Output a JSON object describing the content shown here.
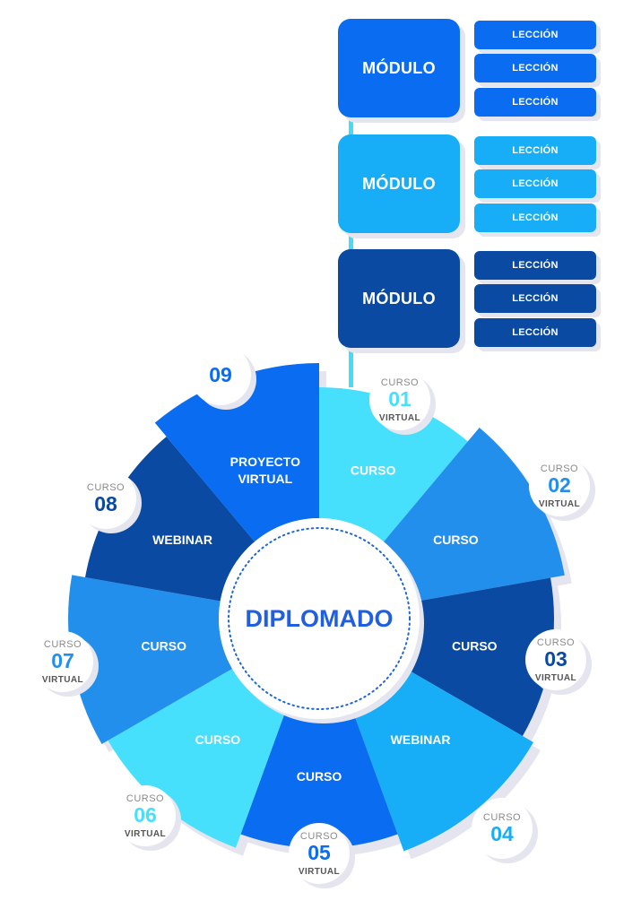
{
  "colors": {
    "royal": "#0a6cf0",
    "sky": "#18aef7",
    "navy": "#0a4aa2",
    "cyan": "#46e0fd",
    "mid": "#238fed",
    "shadow": "#e4e5ee",
    "text_gray": "#8a8a8a",
    "text_dark": "#555555"
  },
  "center": {
    "label": "DIPLOMADO"
  },
  "modules": [
    {
      "label": "MÓDULO",
      "color": "royal",
      "lessons": [
        "LECCIÓN",
        "LECCIÓN",
        "LECCIÓN"
      ]
    },
    {
      "label": "MÓDULO",
      "color": "sky",
      "lessons": [
        "LECCIÓN",
        "LECCIÓN",
        "LECCIÓN"
      ]
    },
    {
      "label": "MÓDULO",
      "color": "navy",
      "lessons": [
        "LECCIÓN",
        "LECCIÓN",
        "LECCIÓN"
      ]
    }
  ],
  "segments": [
    {
      "label": [
        "CURSO"
      ],
      "color": "cyan",
      "badge": {
        "top": "CURSO",
        "num": "01",
        "bottom": "VIRTUAL",
        "num_color": "cyan"
      }
    },
    {
      "label": [
        "CURSO"
      ],
      "color": "mid",
      "badge": {
        "top": "CURSO",
        "num": "02",
        "bottom": "VIRTUAL",
        "num_color": "mid"
      }
    },
    {
      "label": [
        "CURSO"
      ],
      "color": "navy",
      "badge": {
        "top": "CURSO",
        "num": "03",
        "bottom": "VIRTUAL",
        "num_color": "navy"
      }
    },
    {
      "label": [
        "WEBINAR"
      ],
      "color": "sky",
      "badge": {
        "top": "CURSO",
        "num": "04",
        "bottom": "",
        "num_color": "sky"
      }
    },
    {
      "label": [
        "CURSO"
      ],
      "color": "royal",
      "badge": {
        "top": "CURSO",
        "num": "05",
        "bottom": "VIRTUAL",
        "num_color": "royal"
      }
    },
    {
      "label": [
        "CURSO"
      ],
      "color": "cyan",
      "badge": {
        "top": "CURSO",
        "num": "06",
        "bottom": "VIRTUAL",
        "num_color": "cyan"
      }
    },
    {
      "label": [
        "CURSO"
      ],
      "color": "mid",
      "badge": {
        "top": "CURSO",
        "num": "07",
        "bottom": "VIRTUAL",
        "num_color": "mid"
      }
    },
    {
      "label": [
        "WEBINAR"
      ],
      "color": "navy",
      "badge": {
        "top": "CURSO",
        "num": "08",
        "bottom": "",
        "num_color": "navy"
      }
    },
    {
      "label": [
        "PROYECTO",
        "VIRTUAL"
      ],
      "color": "royal",
      "badge": {
        "top": "",
        "num": "09",
        "bottom": "",
        "num_color": "royal"
      }
    }
  ]
}
